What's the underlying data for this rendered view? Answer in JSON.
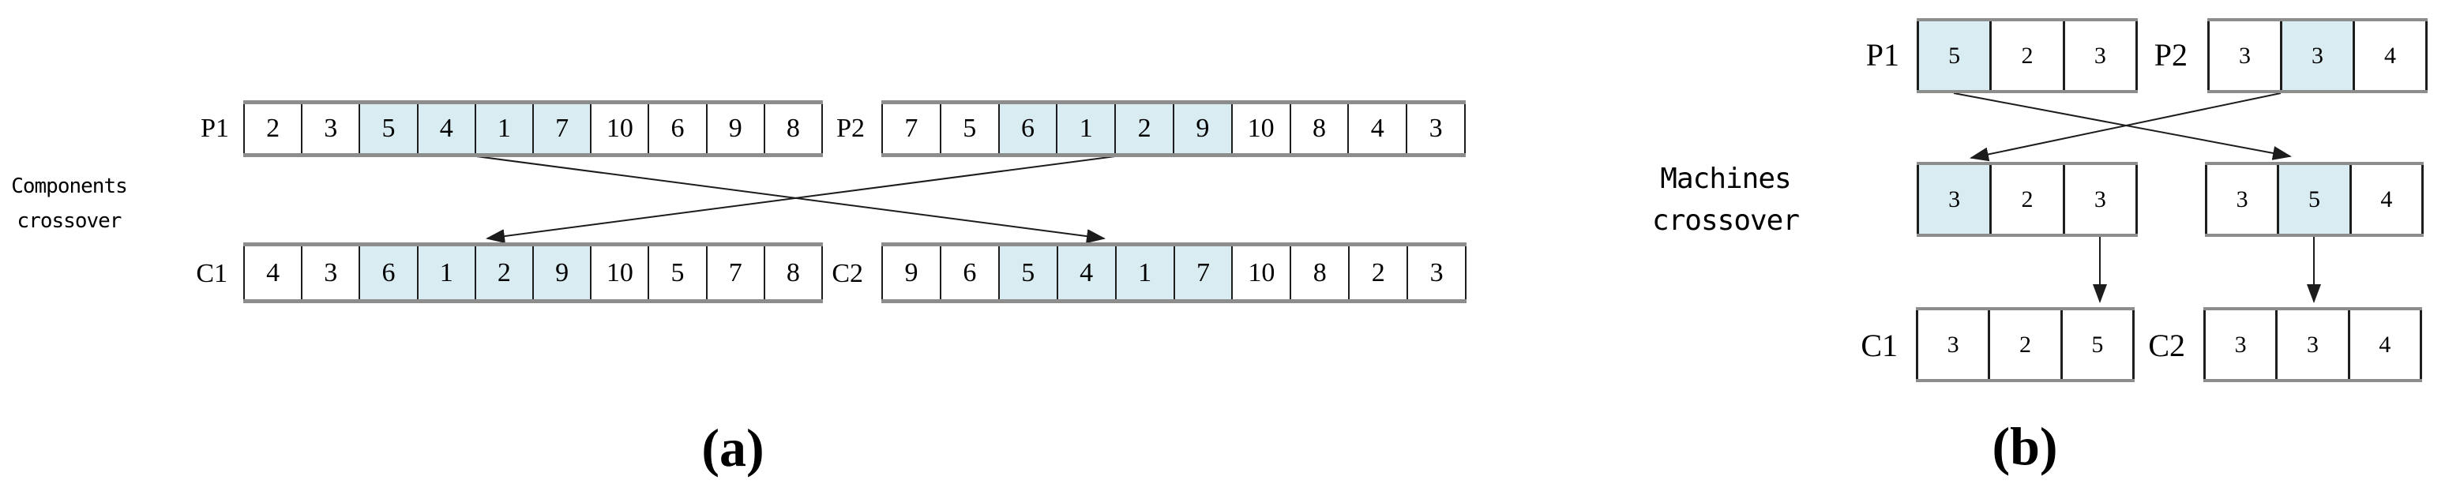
{
  "colors": {
    "highlight_fill": "#d9ecf2",
    "cell_border": "#1d1d1d",
    "row_edge": "#8d8d8d",
    "arrow": "#1c1c1c"
  },
  "panel_a": {
    "side_label": [
      "Components",
      "crossover"
    ],
    "caption": "(a)",
    "rows": [
      {
        "label": "P1",
        "cells": [
          "2",
          "3",
          "5",
          "4",
          "1",
          "7",
          "10",
          "6",
          "9",
          "8"
        ],
        "highlighted_indices": [
          2,
          3,
          4,
          5
        ]
      },
      {
        "label": "P2",
        "cells": [
          "7",
          "5",
          "6",
          "1",
          "2",
          "9",
          "10",
          "8",
          "4",
          "3"
        ],
        "highlighted_indices": [
          2,
          3,
          4,
          5
        ]
      },
      {
        "label": "C1",
        "cells": [
          "4",
          "3",
          "6",
          "1",
          "2",
          "9",
          "10",
          "5",
          "7",
          "8"
        ],
        "highlighted_indices": [
          2,
          3,
          4,
          5
        ]
      },
      {
        "label": "C2",
        "cells": [
          "9",
          "6",
          "5",
          "4",
          "1",
          "7",
          "10",
          "8",
          "2",
          "3"
        ],
        "highlighted_indices": [
          2,
          3,
          4,
          5
        ]
      }
    ]
  },
  "panel_b": {
    "side_label": [
      "Machines",
      "crossover"
    ],
    "caption": "(b)",
    "rows": [
      {
        "label": "P1",
        "cells": [
          "5",
          "2",
          "3"
        ],
        "highlighted_indices": [
          0
        ]
      },
      {
        "label": "P2",
        "cells": [
          "3",
          "3",
          "4"
        ],
        "highlighted_indices": [
          1
        ]
      },
      {
        "label": "",
        "cells": [
          "3",
          "2",
          "3"
        ],
        "highlighted_indices": [
          0
        ]
      },
      {
        "label": "",
        "cells": [
          "3",
          "5",
          "4"
        ],
        "highlighted_indices": [
          1
        ]
      },
      {
        "label": "C1",
        "cells": [
          "3",
          "2",
          "5"
        ],
        "highlighted_indices": []
      },
      {
        "label": "C2",
        "cells": [
          "3",
          "3",
          "4"
        ],
        "highlighted_indices": []
      }
    ]
  }
}
